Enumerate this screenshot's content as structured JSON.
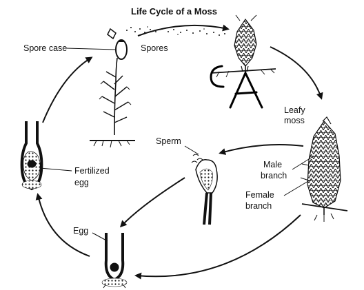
{
  "title": "Life Cycle of a Moss",
  "labels": {
    "spore_case": "Spore case",
    "spores": "Spores",
    "leafy_moss_line1": "Leafy",
    "leafy_moss_line2": "moss",
    "male_branch_line1": "Male",
    "male_branch_line2": "branch",
    "female_branch_line1": "Female",
    "female_branch_line2": "branch",
    "sperm": "Sperm",
    "fertilized_egg_line1": "Fertilized",
    "fertilized_egg_line2": "egg",
    "egg": "Egg"
  },
  "handwritten_mark": "CA",
  "colors": {
    "ink": "#111111",
    "background": "#ffffff"
  }
}
